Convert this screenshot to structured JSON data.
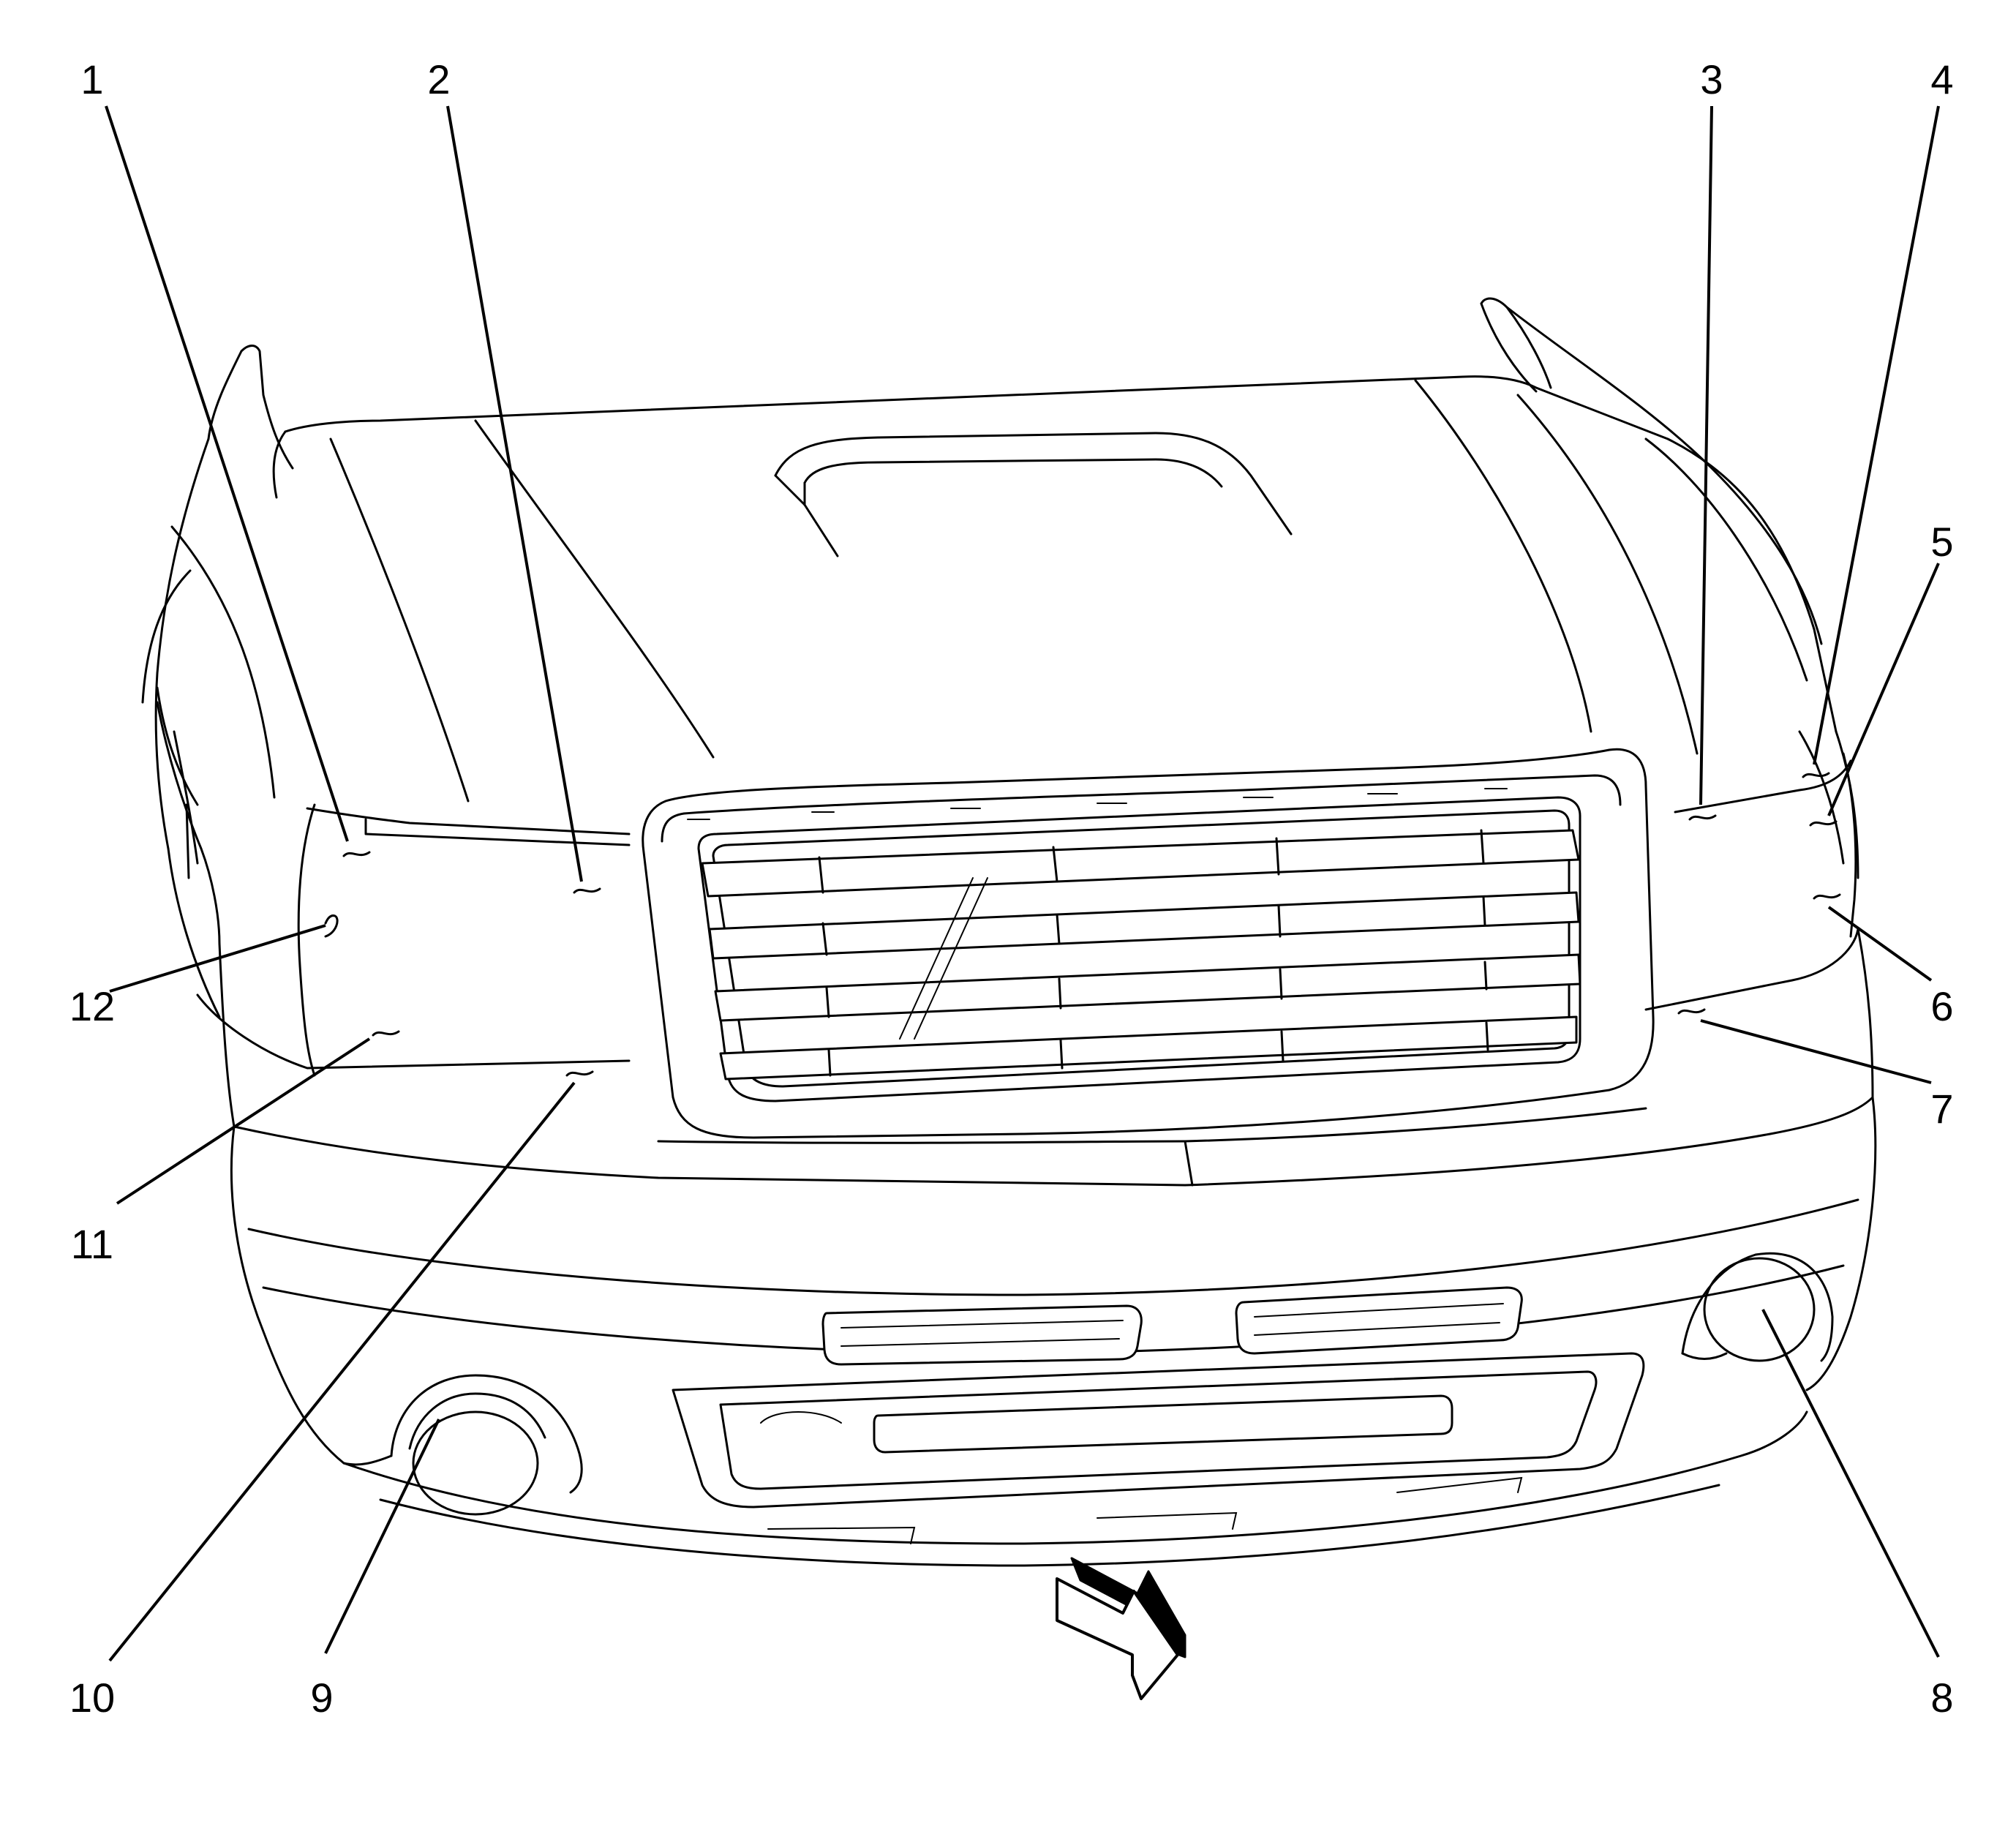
{
  "callouts": [
    {
      "label": "1"
    },
    {
      "label": "2"
    },
    {
      "label": "3"
    },
    {
      "label": "4"
    },
    {
      "label": "5"
    },
    {
      "label": "6"
    },
    {
      "label": "7"
    },
    {
      "label": "8"
    },
    {
      "label": "9"
    },
    {
      "label": "10"
    },
    {
      "label": "11"
    },
    {
      "label": "12"
    }
  ],
  "icons": {
    "view_direction": "view-direction-arrow-icon"
  },
  "colors": {
    "line": "#000000",
    "background": "#ffffff"
  }
}
